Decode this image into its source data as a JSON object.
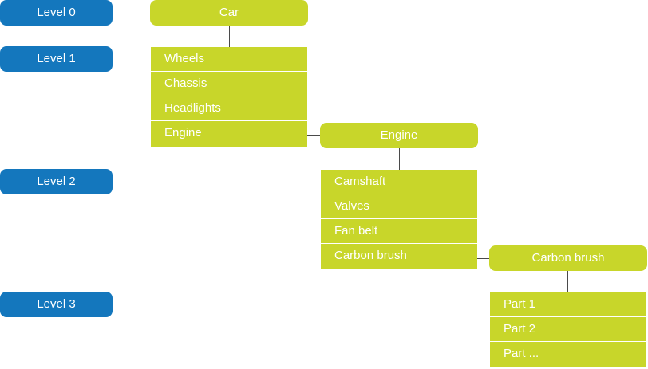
{
  "levels": [
    "Level 0",
    "Level 1",
    "Level 2",
    "Level 3"
  ],
  "root": {
    "label": "Car",
    "children": [
      "Wheels",
      "Chassis",
      "Headlights",
      "Engine"
    ]
  },
  "engine": {
    "label": "Engine",
    "children": [
      "Camshaft",
      "Valves",
      "Fan belt",
      "Carbon brush"
    ]
  },
  "carbon_brush": {
    "label": "Carbon brush",
    "children": [
      "Part 1",
      "Part 2",
      "Part ..."
    ]
  },
  "colors": {
    "level_bg": "#1477bd",
    "node_bg": "#c8d62a",
    "connector": "#4a4a4a"
  }
}
